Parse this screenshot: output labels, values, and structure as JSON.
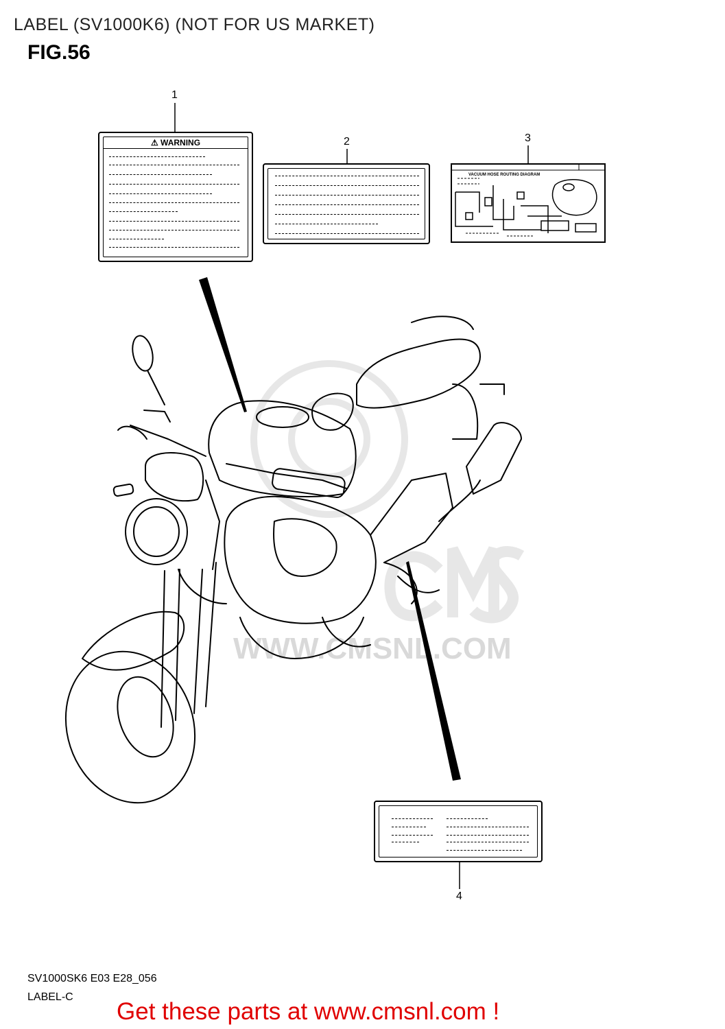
{
  "header": {
    "title": "LABEL (SV1000K6) (NOT FOR US MARKET)",
    "figure": "FIG.56"
  },
  "parts": [
    {
      "number": "1",
      "label_heading": "WARNING"
    },
    {
      "number": "2"
    },
    {
      "number": "3",
      "label_heading": "VACUUM HOSE ROUTING DIAGRAM"
    },
    {
      "number": "4"
    }
  ],
  "watermark": {
    "text": "WWW.CMSNL.COM"
  },
  "footer": {
    "diagram_code": "SV1000SK6 E03 E28_056",
    "diagram_name": "LABEL-C",
    "cta": "Get these parts at www.cmsnl.com !"
  },
  "colors": {
    "cta": "#e00000",
    "watermark": "#d9d9d9"
  }
}
